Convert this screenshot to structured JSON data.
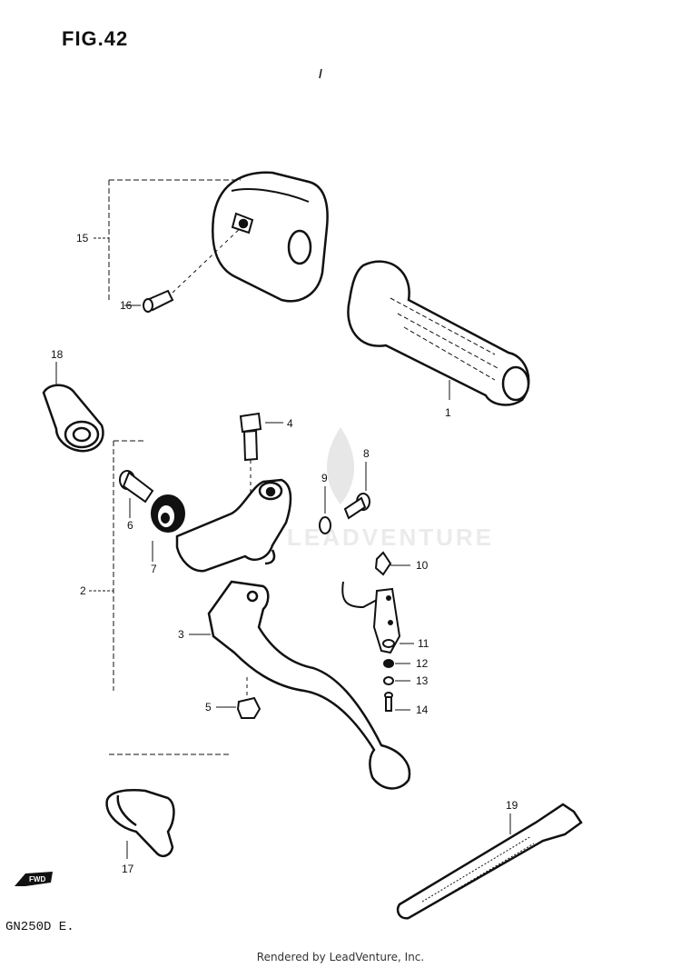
{
  "figure": {
    "title": "FIG.42"
  },
  "model": {
    "label": "GN250D E."
  },
  "footer": {
    "text": "Rendered by LeadVenture, Inc."
  },
  "watermark": {
    "text": "LEADVENTURE"
  },
  "fwd": {
    "label": "FWD"
  },
  "callouts": [
    "1",
    "2",
    "3",
    "4",
    "5",
    "6",
    "7",
    "8",
    "9",
    "10",
    "11",
    "12",
    "13",
    "14",
    "15",
    "16",
    "17",
    "18",
    "19"
  ],
  "colors": {
    "ink": "#111111",
    "watermark": "#d8d8d8"
  }
}
